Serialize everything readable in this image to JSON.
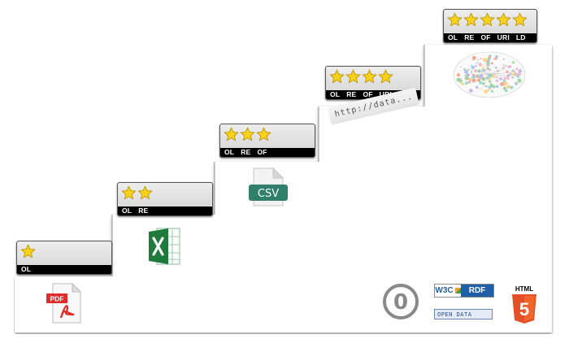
{
  "badges": [
    {
      "id": "one",
      "stars": 1,
      "labels": [
        "OL"
      ]
    },
    {
      "id": "two",
      "stars": 2,
      "labels": [
        "OL",
        "RE"
      ]
    },
    {
      "id": "three",
      "stars": 3,
      "labels": [
        "OL",
        "RE",
        "OF"
      ]
    },
    {
      "id": "four",
      "stars": 4,
      "labels": [
        "OL",
        "RE",
        "OF",
        "URI"
      ]
    },
    {
      "id": "five",
      "stars": 5,
      "labels": [
        "OL",
        "RE",
        "OF",
        "URI",
        "LD"
      ]
    }
  ],
  "icons": {
    "pdf": "PDF",
    "csv": "CSV",
    "uri": "http://data...",
    "cc_zero": "0",
    "w3c": "W3C",
    "rdf": "RDF",
    "open_data": "OPEN DATA",
    "html": "HTML",
    "html_version": "5"
  },
  "colors": {
    "star": "#f6d21a",
    "star_outline": "#b88a00",
    "pdf_red": "#e02b2b",
    "csv_green": "#2f7f6b",
    "excel_green": "#1e7b3c",
    "html_orange": "#e34f26",
    "rdf_blue": "#1f5fa8"
  }
}
